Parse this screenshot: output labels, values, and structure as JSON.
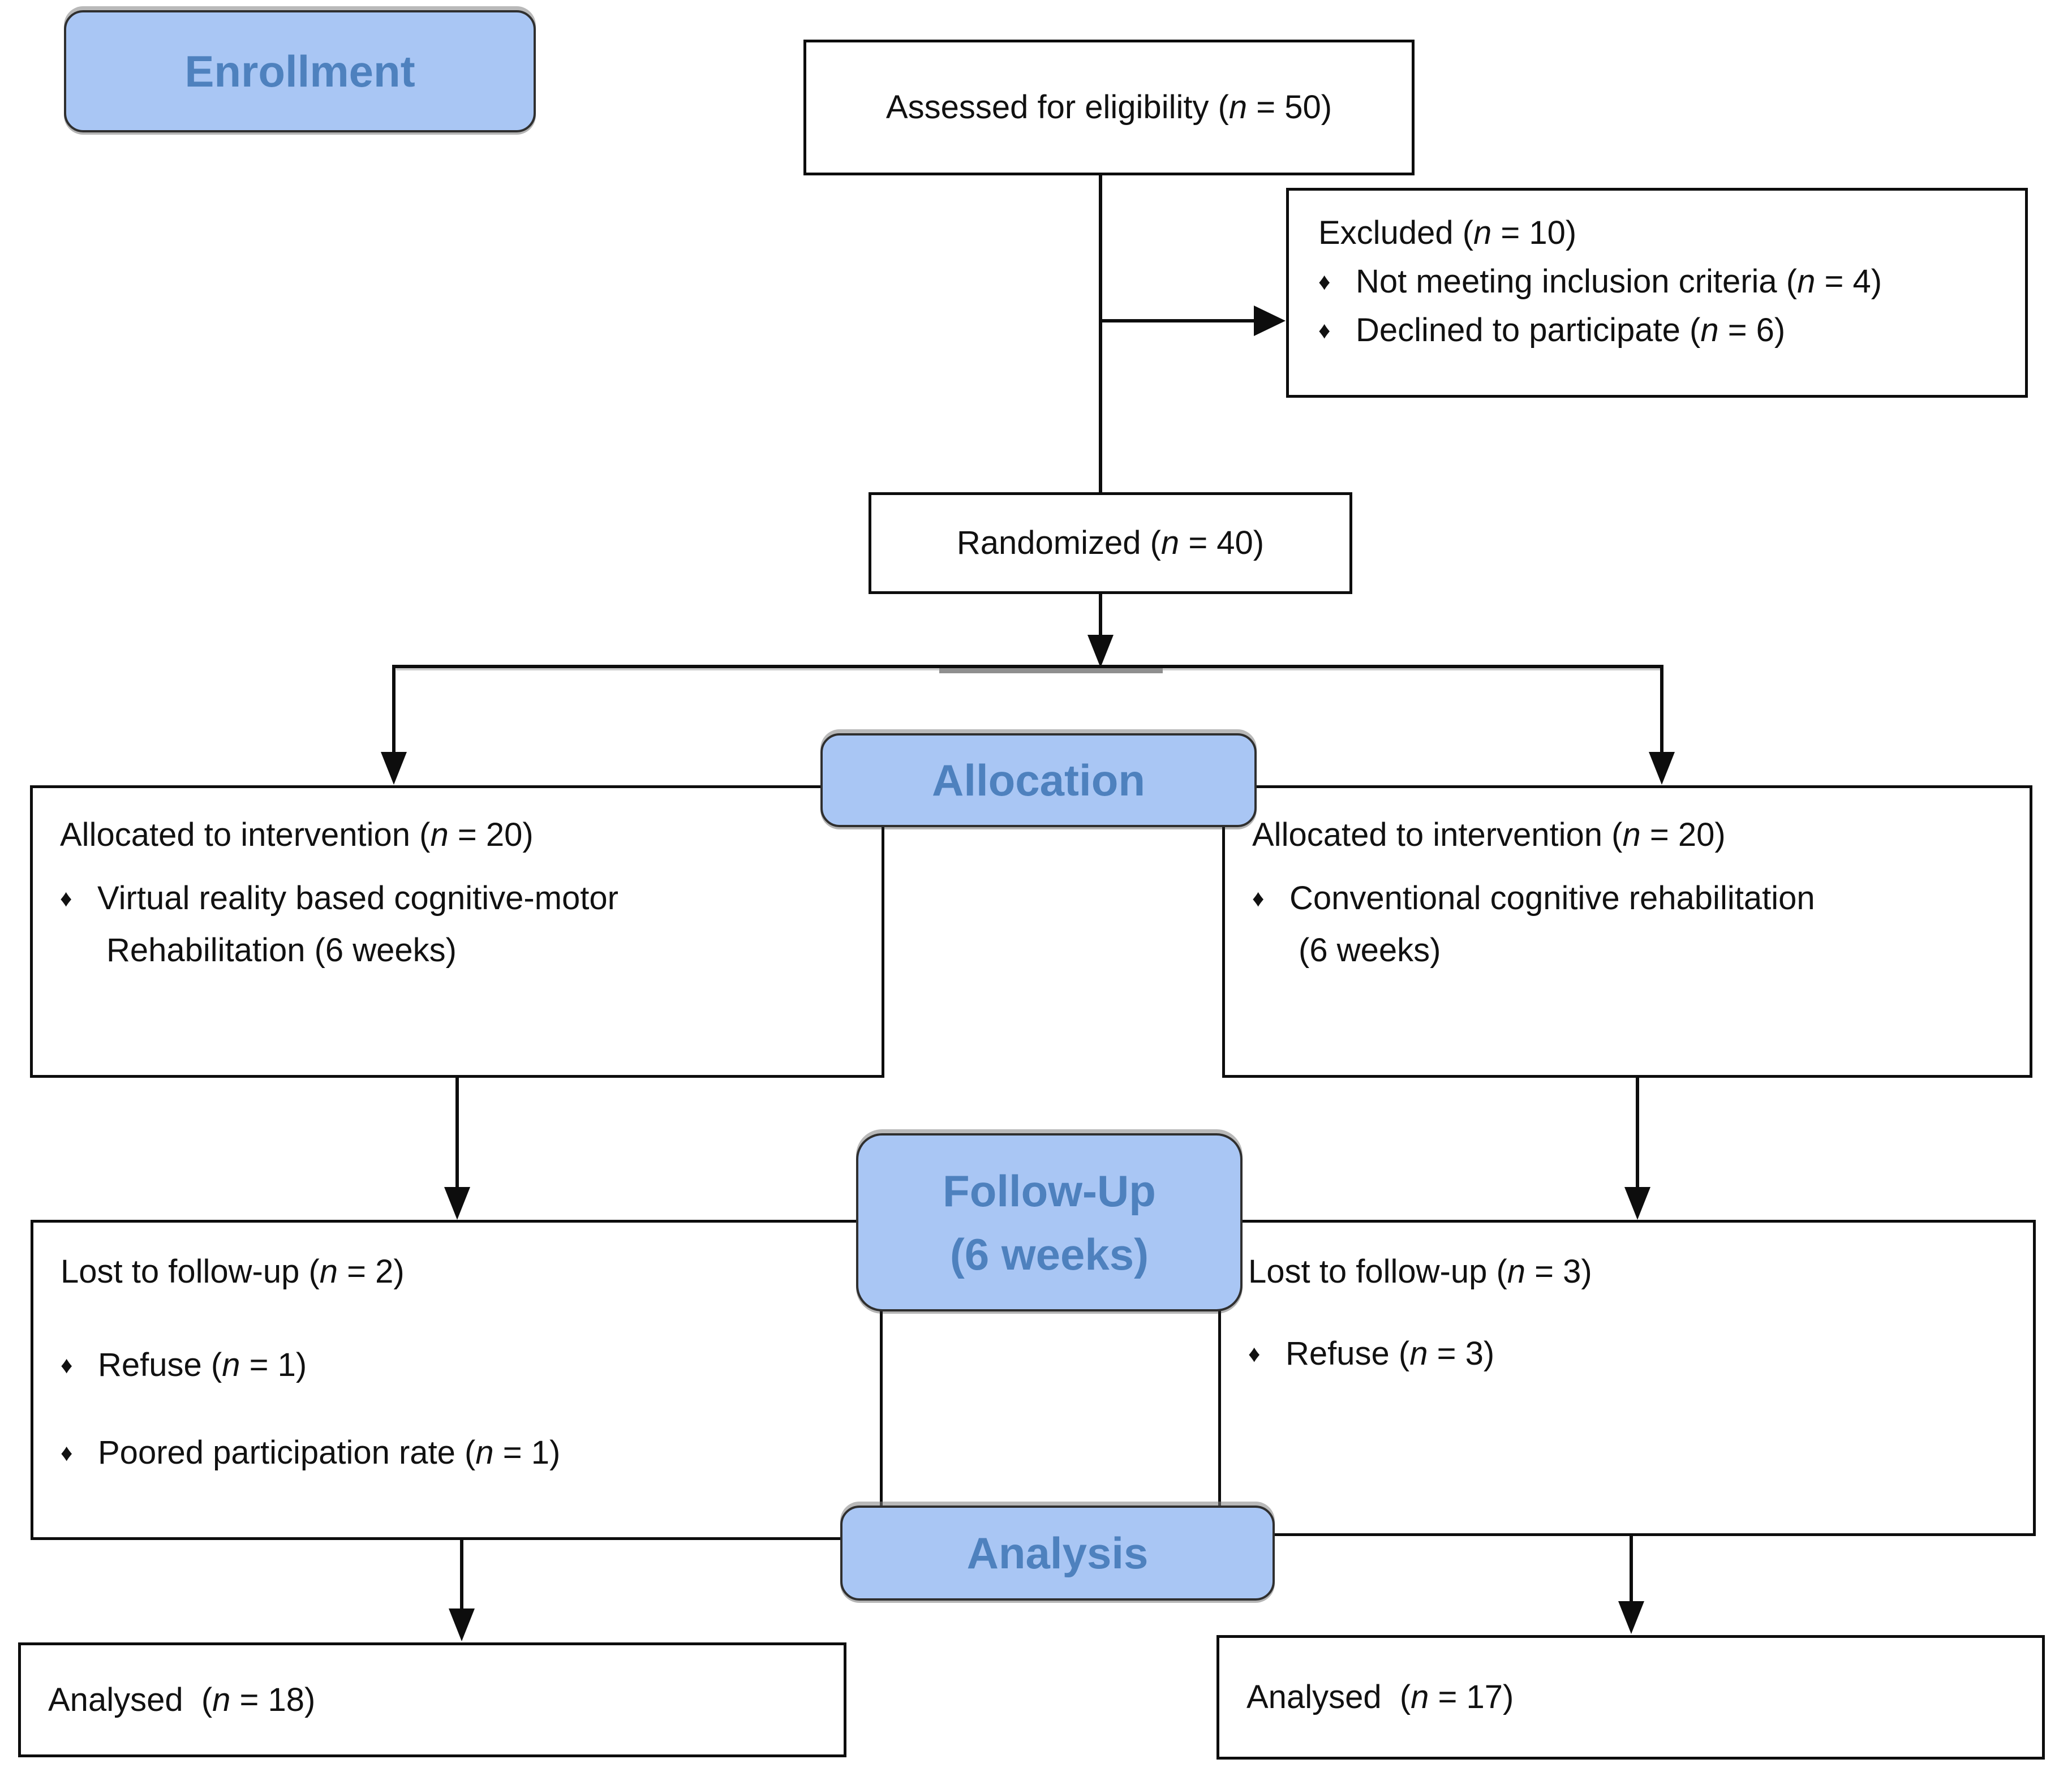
{
  "colors": {
    "label_fill": "#A9C6F4",
    "label_text": "#4E81BE",
    "label_border": "#2F2F2F",
    "box_border": "#0D0D0D",
    "line": "#0D0D0D"
  },
  "bullet": "♦",
  "stages": {
    "enrollment": "Enrollment",
    "allocation": "Allocation",
    "followup_line1": "Follow-Up",
    "followup_line2": "(6 weeks)",
    "analysis": "Analysis"
  },
  "boxes": {
    "assessed": {
      "pre": "Assessed for eligibility (",
      "n": "n",
      "post": " = 50)"
    },
    "excluded": {
      "title": {
        "pre": "Excluded (",
        "n": "n",
        "post": " = 10)"
      },
      "items": [
        {
          "pre": "Not meeting inclusion criteria (",
          "n": "n",
          "post": " = 4)"
        },
        {
          "pre": "Declined to participate (",
          "n": "n",
          "post": " = 6)"
        }
      ]
    },
    "randomized": {
      "pre": "Randomized (",
      "n": "n",
      "post": " = 40)"
    },
    "alloc_left": {
      "title": {
        "pre": "Allocated to intervention (",
        "n": "n",
        "post": " = 20)"
      },
      "bullet_line1": "Virtual reality based cognitive-motor",
      "bullet_line2": "Rehabilitation (6 weeks)"
    },
    "alloc_right": {
      "title": {
        "pre": "Allocated to intervention (",
        "n": "n",
        "post": " = 20)"
      },
      "bullet_line1": "Conventional cognitive rehabilitation",
      "bullet_line2": "(6 weeks)"
    },
    "followup_left": {
      "title": {
        "pre": "Lost to follow-up (",
        "n": "n",
        "post": " = 2)"
      },
      "items": [
        {
          "pre": "Refuse (",
          "n": "n",
          "post": " = 1)"
        },
        {
          "pre": "Poored participation rate (",
          "n": "n",
          "post": " = 1)"
        }
      ]
    },
    "followup_right": {
      "title": {
        "pre": "Lost to follow-up (",
        "n": "n",
        "post": " = 3)"
      },
      "items": [
        {
          "pre": "Refuse (",
          "n": "n",
          "post": " = 3)"
        }
      ]
    },
    "analysed_left": {
      "pre": "Analysed  (",
      "n": "n",
      "post": " = 18)"
    },
    "analysed_right": {
      "pre": "Analysed  (",
      "n": "n",
      "post": " = 17)"
    }
  }
}
